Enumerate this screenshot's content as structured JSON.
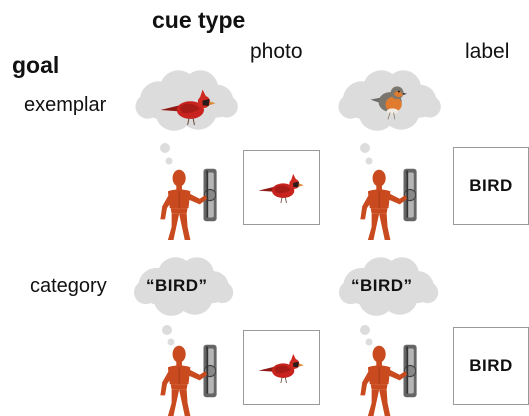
{
  "header": {
    "cue_type": "cue type",
    "photo": "photo",
    "label": "label",
    "goal": "goal"
  },
  "rows": [
    {
      "goal": "exemplar"
    },
    {
      "goal": "category"
    }
  ],
  "cells": {
    "label_text": "BIRD",
    "bubble_text": "“BIRD”"
  },
  "colors": {
    "figure": "#c84a1e",
    "cloud": "#dcdcdc",
    "device": "#555555",
    "cardinal": "#c8231e",
    "robin_breast": "#e07a2e"
  },
  "icons": [
    "thought-bubble-icon",
    "cardinal-icon",
    "robin-icon",
    "artist-mannequin-icon",
    "dial-device-icon"
  ]
}
